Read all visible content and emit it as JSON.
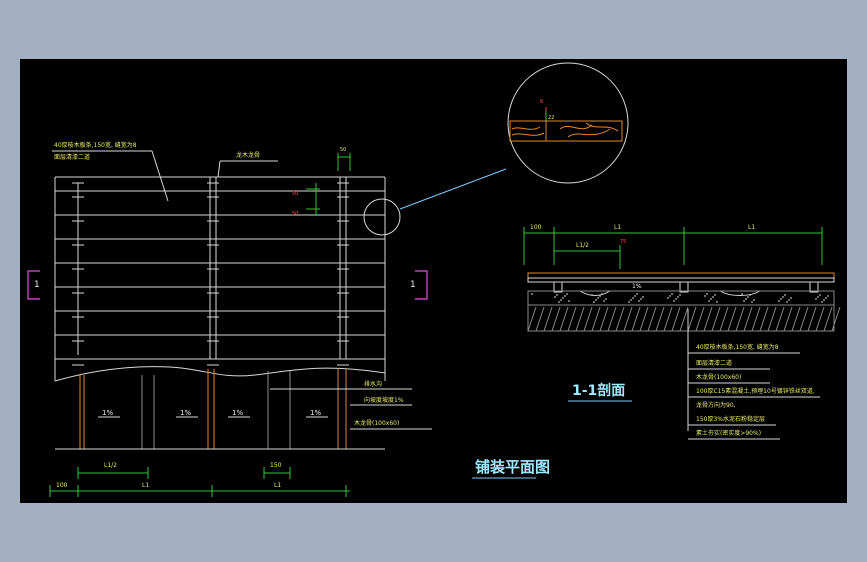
{
  "colors": {
    "background": "#a3b0c2",
    "canvas": "#000000",
    "annotation": "#e8e86a",
    "dimension": "#34c43a",
    "accent": "#ff4a4a",
    "pillar": "#e08a2a",
    "section_mark": "#e050e0"
  },
  "plan": {
    "title": "铺装平面图",
    "note_board": "40厚桉木板条,150宽, 缝宽为8",
    "note_paint": "面层清漆二道",
    "label_joist": "龙木龙骨",
    "label_drain": "排水沟",
    "label_slope": "向坡度坡度1%",
    "label_wood": "木龙骨(100x60)",
    "slope": "1%",
    "dim_top": "50",
    "dim_gap_1": "50",
    "dim_gap_2": "50",
    "dim_bottom_left_small": "100",
    "dim_bottom_half": "L1/2",
    "dim_bottom_small": "150",
    "dim_bottom_l1": "L1",
    "dim_bottom_l2": "L1",
    "section_mark": "1"
  },
  "detail": {
    "dim_top": "8",
    "dim_side": "22"
  },
  "section": {
    "title": "1-1剖面",
    "dim_left": "100",
    "dim_l1": "L1",
    "dim_l2": "L1",
    "dim_half": "L1/2",
    "dim_small": "75",
    "slope": "1%",
    "notes": [
      "40厚桉木板条,150宽, 缝宽为8",
      "面层清漆二道",
      "木龙骨(100x60)",
      "100厚C15素混凝土,预埋10号镀锌铁丝双道,",
      "龙骨方向为90,",
      "150厚3%水泥石粉稳定层",
      "素土夯实(密实度>90%)"
    ]
  }
}
